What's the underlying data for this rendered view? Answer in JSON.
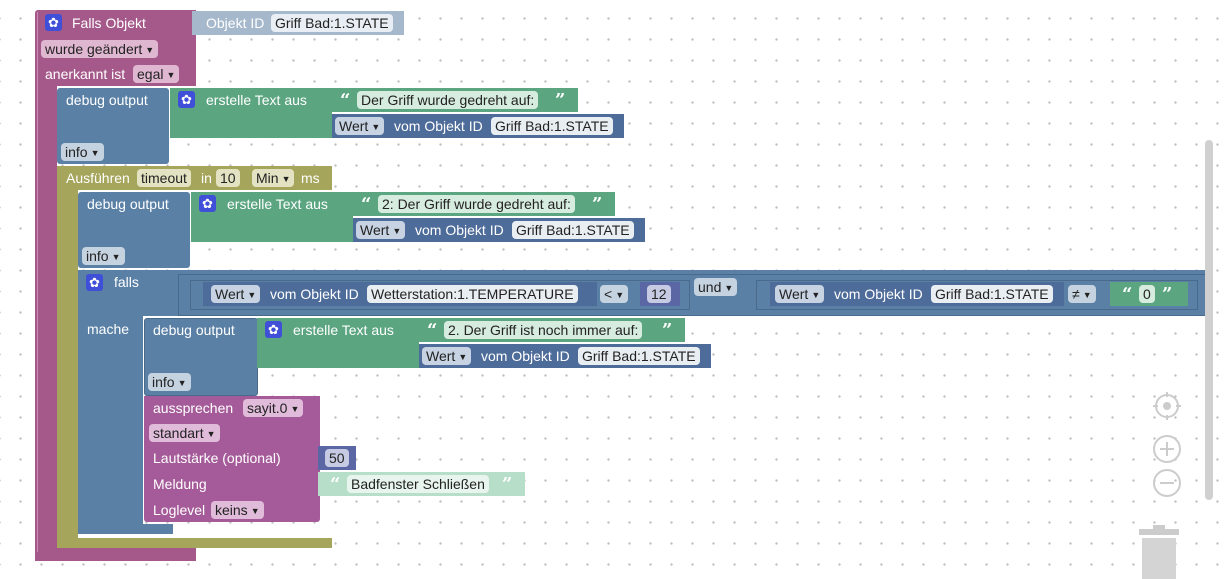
{
  "event": {
    "title": "Falls Objekt",
    "object_label": "Objekt ID",
    "object_id": "Griff Bad:1.STATE",
    "changed": "wurde geändert",
    "ack_label": "anerkannt ist",
    "ack_value": "egal"
  },
  "debug1": {
    "label": "debug output",
    "create_text": "erstelle Text aus",
    "text": "Der Griff wurde gedreht auf:",
    "value": "Wert",
    "from_object": "vom Objekt ID",
    "object_id": "Griff Bad:1.STATE",
    "level": "info"
  },
  "timeout": {
    "label": "Ausführen",
    "name": "timeout",
    "in": "in",
    "amount": "10",
    "unit": "Min",
    "ms": "ms"
  },
  "debug2": {
    "label": "debug output",
    "create_text": "erstelle Text aus",
    "text": "2: Der Griff wurde gedreht auf:",
    "value": "Wert",
    "from_object": "vom Objekt ID",
    "object_id": "Griff Bad:1.STATE",
    "level": "info"
  },
  "if_block": {
    "if_label": "falls",
    "do_label": "mache",
    "cond1_value": "Wert",
    "cond1_from": "vom Objekt ID",
    "cond1_object": "Wetterstation:1.TEMPERATURE",
    "cond1_op": "<",
    "cond1_number": "12",
    "logic_op": "und",
    "cond2_value": "Wert",
    "cond2_from": "vom Objekt ID",
    "cond2_object": "Griff Bad:1.STATE",
    "cond2_op": "≠",
    "cond2_text": "0"
  },
  "debug3": {
    "label": "debug output",
    "create_text": "erstelle Text aus",
    "text": "2. Der Griff ist noch immer auf:",
    "value": "Wert",
    "from_object": "vom Objekt ID",
    "object_id": "Griff Bad:1.STATE",
    "level": "info"
  },
  "speak": {
    "label": "aussprechen",
    "instance": "sayit.0",
    "mode": "standart",
    "volume_label": "Lautstärke (optional)",
    "volume": "50",
    "message_label": "Meldung",
    "message": "Badfenster Schließen",
    "loglevel_label": "Loglevel",
    "loglevel": "keins"
  },
  "colors": {
    "event": "#a5598a",
    "debug": "#5b80a5",
    "text": "#5ba580",
    "value": "#4e6c99",
    "timeout": "#a5a55b",
    "speak": "#a55b99",
    "object": "#a5b8cc"
  },
  "workspace": {
    "controls": [
      "center-icon",
      "zoom-in-icon",
      "zoom-out-icon",
      "trash-icon"
    ]
  }
}
